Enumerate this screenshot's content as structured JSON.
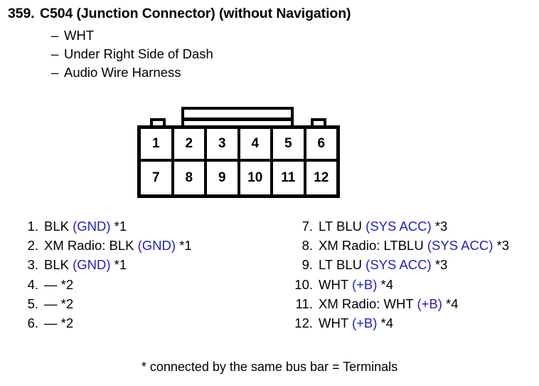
{
  "header": {
    "number": "359.",
    "title": "C504 (Junction Connector) (without Navigation)",
    "dash": "–",
    "details": [
      "WHT",
      "Under Right Side of Dash",
      "Audio Wire Harness"
    ]
  },
  "connector": {
    "rows": [
      [
        "1",
        "2",
        "3",
        "4",
        "5",
        "6"
      ],
      [
        "7",
        "8",
        "9",
        "10",
        "11",
        "12"
      ]
    ]
  },
  "pins": {
    "left": [
      {
        "num": "1.",
        "pre": "BLK ",
        "signal": "(GND)",
        "post": " *1"
      },
      {
        "num": "2.",
        "pre": "XM Radio: BLK ",
        "signal": "(GND)",
        "post": " *1"
      },
      {
        "num": "3.",
        "pre": "BLK ",
        "signal": "(GND)",
        "post": " *1"
      },
      {
        "num": "4.",
        "pre": "— *2",
        "signal": "",
        "post": ""
      },
      {
        "num": "5.",
        "pre": "— *2",
        "signal": "",
        "post": ""
      },
      {
        "num": "6.",
        "pre": "— *2",
        "signal": "",
        "post": ""
      }
    ],
    "right": [
      {
        "num": "7.",
        "pre": "LT BLU ",
        "signal": "(SYS ACC)",
        "post": " *3"
      },
      {
        "num": "8.",
        "pre": "XM Radio: LTBLU  ",
        "signal": "(SYS ACC)",
        "post": " *3"
      },
      {
        "num": "9.",
        "pre": "LT BLU ",
        "signal": "(SYS ACC)",
        "post": " *3"
      },
      {
        "num": "10.",
        "pre": "WHT ",
        "signal": "(+B)",
        "post": " *4"
      },
      {
        "num": "11.",
        "pre": "XM Radio: WHT ",
        "signal": "(+B)",
        "post": " *4"
      },
      {
        "num": "12.",
        "pre": "WHT ",
        "signal": "(+B)",
        "post": " *4"
      }
    ]
  },
  "footnote": "* connected by the same bus bar = Terminals",
  "colors": {
    "signal_blue": "#2222bb",
    "ink": "#000000",
    "background": "#ffffff"
  }
}
